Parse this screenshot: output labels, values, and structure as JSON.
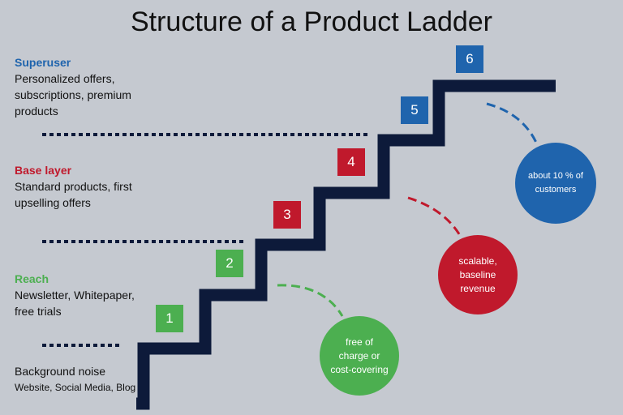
{
  "title": "Structure of a Product Ladder",
  "colors": {
    "background": "#c5c9d0",
    "stairs": "#0d1a3a",
    "blue": "#1f64ad",
    "red": "#c0192c",
    "green": "#4caf50"
  },
  "tiers": {
    "superuser": {
      "heading": "Superuser",
      "body": "Personalized offers,\nsubscriptions, premium\nproducts"
    },
    "base": {
      "heading": "Base layer",
      "body": "Standard products, first\nupselling offers"
    },
    "reach": {
      "heading": "Reach",
      "body": "Newsletter, Whitepaper,\nfree trials"
    },
    "background": {
      "heading": "Background noise",
      "body": "Website, Social Media, Blog"
    }
  },
  "steps": [
    "1",
    "2",
    "3",
    "4",
    "5",
    "6"
  ],
  "circles": {
    "blue": "about 10 % of\ncustomers",
    "red": "scalable,\nbaseline\nrevenue",
    "green": "free of\ncharge or\ncost-covering"
  }
}
